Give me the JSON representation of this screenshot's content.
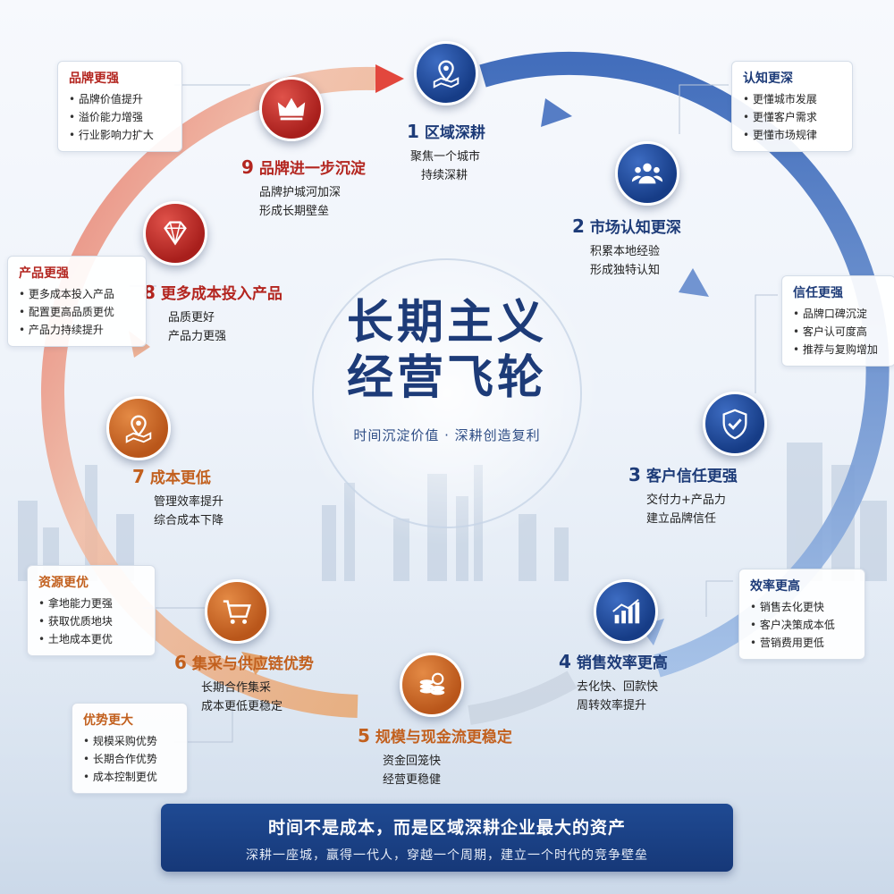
{
  "title": {
    "line1": "长期主义",
    "line2": "经营飞轮",
    "subtitle": "时间沉淀价值 · 深耕创造复利"
  },
  "steps": [
    {
      "num": "1",
      "title": "区域深耕",
      "lines": [
        "聚焦一个城市",
        "持续深耕"
      ],
      "icon": "map-pin-icon"
    },
    {
      "num": "2",
      "title": "市场认知更深",
      "lines": [
        "积累本地经验",
        "形成独特认知"
      ],
      "icon": "people-icon"
    },
    {
      "num": "3",
      "title": "客户信任更强",
      "lines": [
        "交付力+产品力",
        "建立品牌信任"
      ],
      "icon": "shield-check-icon"
    },
    {
      "num": "4",
      "title": "销售效率更高",
      "lines": [
        "去化快、回款快",
        "周转效率提升"
      ],
      "icon": "bar-chart-icon"
    },
    {
      "num": "5",
      "title": "规模与现金流更稳定",
      "lines": [
        "资金回笼快",
        "经营更稳健"
      ],
      "icon": "coins-icon"
    },
    {
      "num": "6",
      "title": "集采与供应链优势",
      "lines": [
        "长期合作集采",
        "成本更低更稳定"
      ],
      "icon": "cart-icon"
    },
    {
      "num": "7",
      "title": "成本更低",
      "lines": [
        "管理效率提升",
        "综合成本下降"
      ],
      "icon": "map-pin-icon"
    },
    {
      "num": "8",
      "title": "更多成本投入产品",
      "lines": [
        "品质更好",
        "产品力更强"
      ],
      "icon": "diamond-icon"
    },
    {
      "num": "9",
      "title": "品牌进一步沉淀",
      "lines": [
        "品牌护城河加深",
        "形成长期壁垒"
      ],
      "icon": "crown-icon"
    }
  ],
  "boxes": [
    {
      "title": "品牌更强",
      "items": [
        "品牌价值提升",
        "溢价能力增强",
        "行业影响力扩大"
      ]
    },
    {
      "title": "认知更深",
      "items": [
        "更懂城市发展",
        "更懂客户需求",
        "更懂市场规律"
      ]
    },
    {
      "title": "产品更强",
      "items": [
        "更多成本投入产品",
        "配置更高品质更优",
        "产品力持续提升"
      ]
    },
    {
      "title": "信任更强",
      "items": [
        "品牌口碑沉淀",
        "客户认可度高",
        "推荐与复购增加"
      ]
    },
    {
      "title": "资源更优",
      "items": [
        "拿地能力更强",
        "获取优质地块",
        "土地成本更优"
      ]
    },
    {
      "title": "效率更高",
      "items": [
        "销售去化更快",
        "客户决策成本低",
        "营销费用更低"
      ]
    },
    {
      "title": "优势更大",
      "items": [
        "规模采购优势",
        "长期合作优势",
        "成本控制更优"
      ]
    }
  ],
  "banner": {
    "main": "时间不是成本，而是区域深耕企业最大的资产",
    "sub": "深耕一座城，赢得一代人，穿越一个周期，建立一个时代的竞争壁垒"
  },
  "colors": {
    "blue": "#1d3b78",
    "red": "#b3251f",
    "orange": "#c2601e"
  }
}
